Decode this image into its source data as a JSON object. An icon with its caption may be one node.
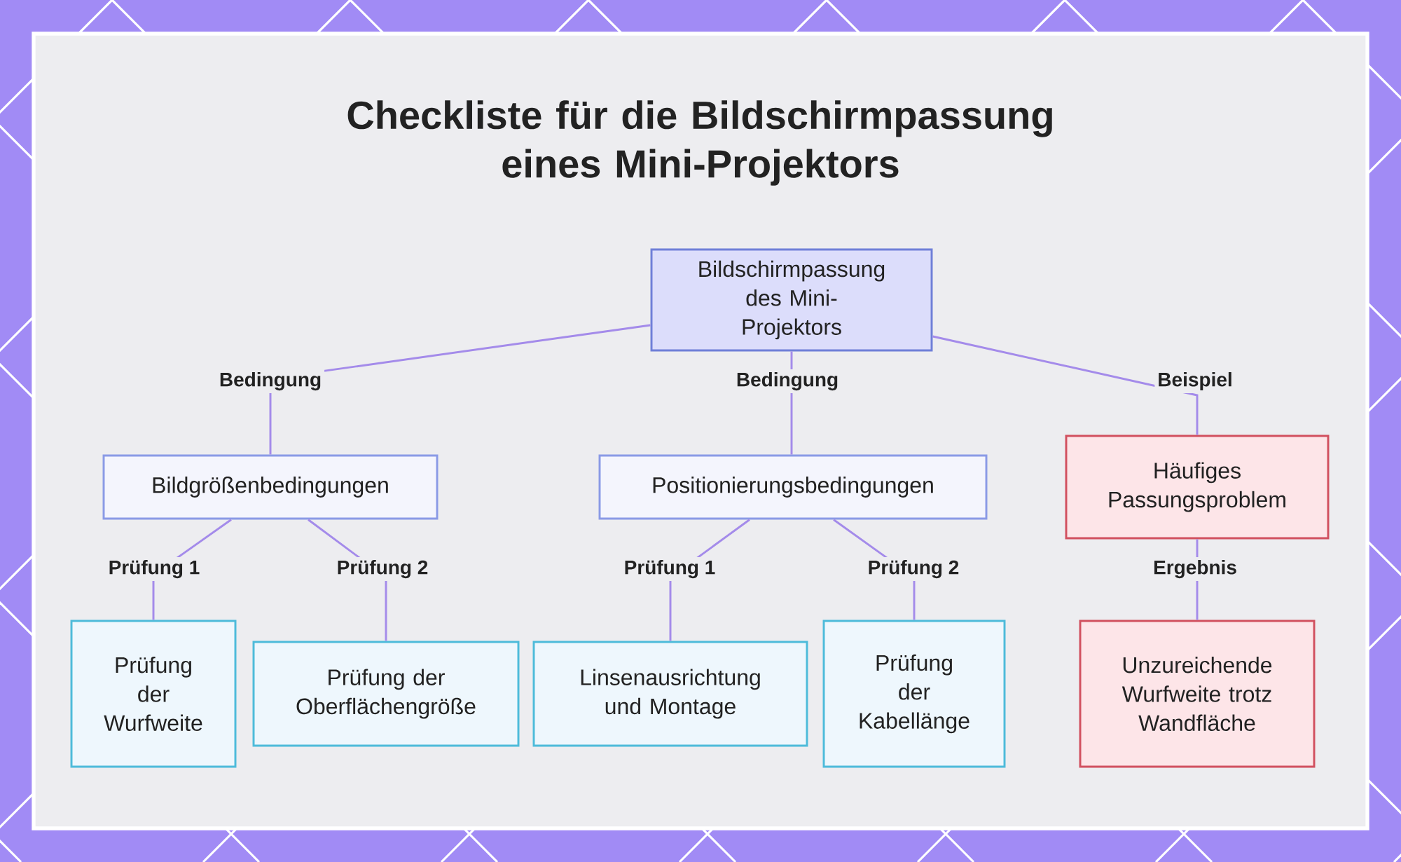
{
  "diagram": {
    "title": "Checkliste für die Bildschirmpassung eines Mini-Projektors",
    "nodes": [
      {
        "text": [
          "Bildschirmpassung des Mini-Projektors"
        ]
      },
      {
        "text": [
          "Bildgrößenbedingungen"
        ]
      },
      {
        "text": [
          "Positionierungsbedingungen"
        ]
      },
      {
        "text": [
          "Häufiges Passungsproblem"
        ]
      },
      {
        "text": [
          "Prüfung der Wurfweite"
        ]
      },
      {
        "text": [
          "Prüfung der Oberflächengröße"
        ]
      },
      {
        "text": [
          "Linsenausrichtung und Montage"
        ]
      },
      {
        "text": [
          "Prüfung der Kabellänge"
        ]
      },
      {
        "text": [
          "Unzureichende Wurfweite trotz Wandfläche"
        ]
      }
    ],
    "edges": [
      {
        "from": 0,
        "to": 1,
        "arrow": "none",
        "label": "Bedingung"
      },
      {
        "from": 0,
        "to": 2,
        "arrow": "none",
        "label": "Bedingung"
      },
      {
        "from": 0,
        "to": 3,
        "arrow": "none",
        "label": "Beispiel"
      },
      {
        "from": 1,
        "to": 4,
        "arrow": "none",
        "label": "Prüfung 1"
      },
      {
        "from": 1,
        "to": 5,
        "arrow": "none",
        "label": "Prüfung 2"
      },
      {
        "from": 2,
        "to": 6,
        "arrow": "none",
        "label": "Prüfung 1"
      },
      {
        "from": 2,
        "to": 7,
        "arrow": "none",
        "label": "Prüfung 2"
      },
      {
        "from": 3,
        "to": 8,
        "arrow": "none",
        "label": "Ergebnis"
      }
    ]
  }
}
